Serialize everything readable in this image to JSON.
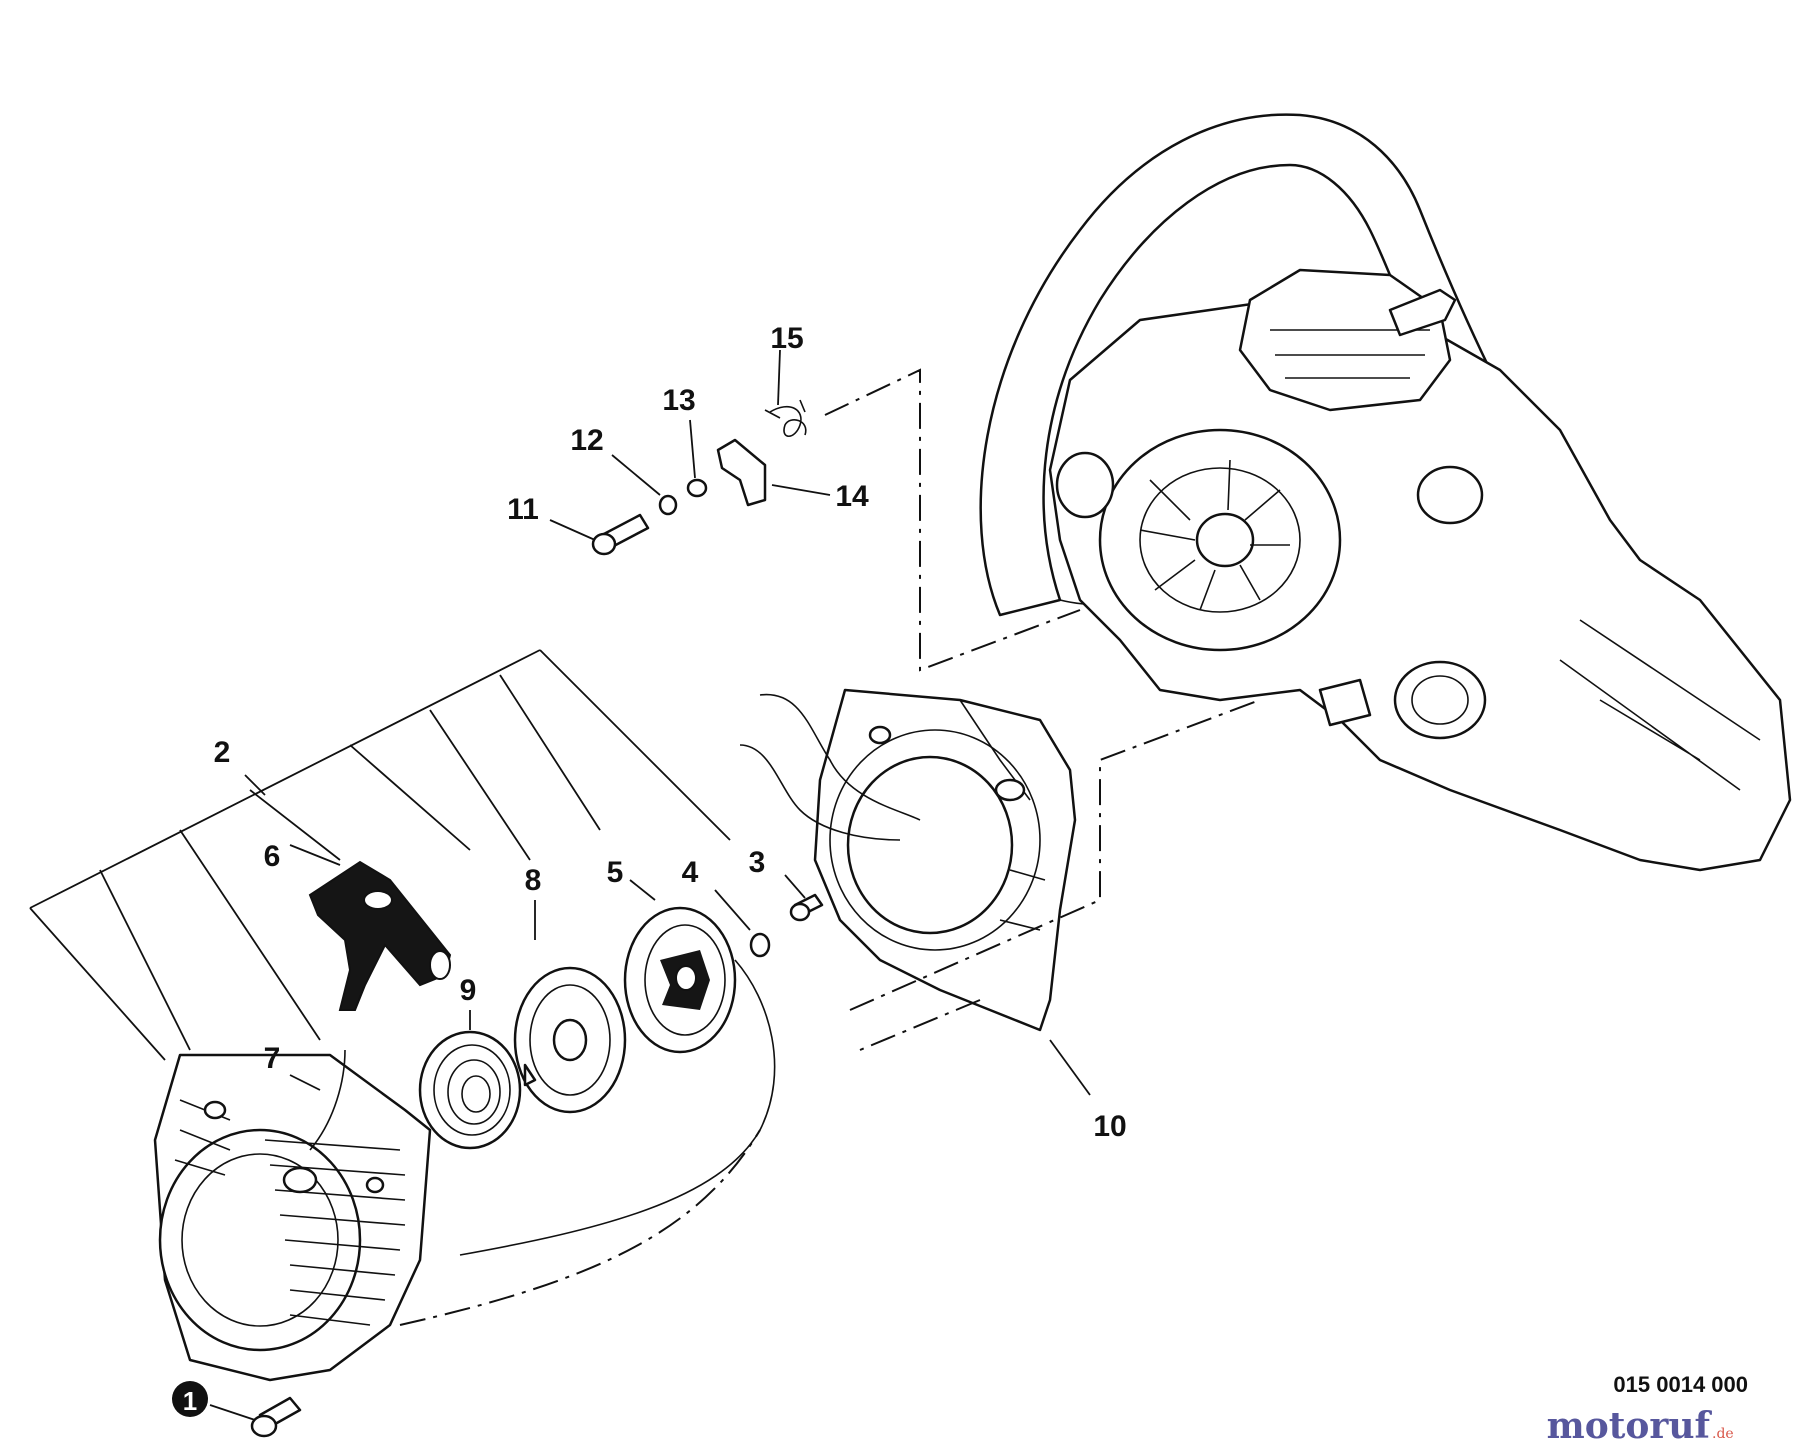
{
  "diagram": {
    "callouts": {
      "c1": "1",
      "c2": "2",
      "c3": "3",
      "c4": "4",
      "c5": "5",
      "c6": "6",
      "c7": "7",
      "c8": "8",
      "c9": "9",
      "c10": "10",
      "c11": "11",
      "c12": "12",
      "c13": "13",
      "c14": "14",
      "c15": "15"
    },
    "document_number": "015 0014 000",
    "watermark": {
      "brand": "motoruf",
      "suffix": ".de"
    },
    "colors": {
      "ink": "#111111",
      "brand_primary": "#3a3a8c",
      "brand_accent": "#d23a2a"
    }
  }
}
